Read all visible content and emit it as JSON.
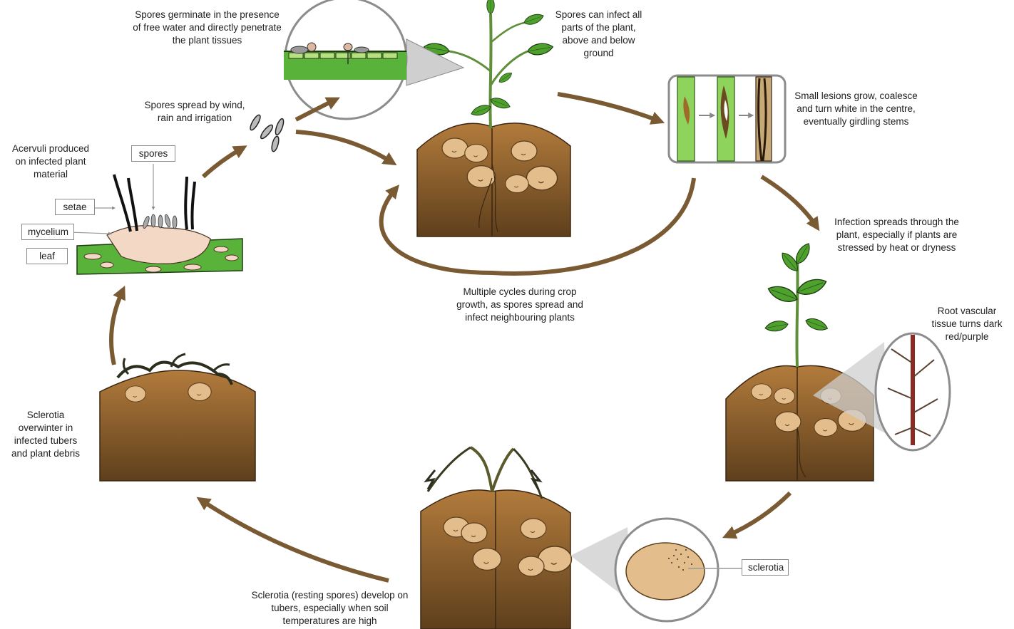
{
  "captions": {
    "germinate": "Spores germinate in the presence of free water and directly penetrate the plant tissues",
    "infect_all": "Spores can infect all parts of the plant, above and below ground",
    "lesions": "Small lesions grow, coalesce and turn white in the centre, eventually girdling stems",
    "spread_wind": "Spores spread by wind, rain and irrigation",
    "acervuli": "Acervuli produced on infected plant material",
    "infection_spreads": "Infection spreads through the plant, especially if plants are stressed by heat or dryness",
    "root_vascular": "Root vascular tissue turns dark red/purple",
    "multiple_cycles": "Multiple cycles during crop growth, as spores spread and infect neighbouring plants",
    "sclerotia_overwinter": "Sclerotia overwinter in infected tubers and plant debris",
    "sclerotia_develop": "Sclerotia (resting spores) develop on tubers, especially when soil temperatures are high"
  },
  "labels": {
    "spores": "spores",
    "setae": "setae",
    "mycelium": "mycelium",
    "leaf": "leaf",
    "sclerotia": "sclerotia"
  },
  "colors": {
    "arrow": "#7a5a33",
    "soil_top": "#b07a3c",
    "soil_bottom": "#6b4a22",
    "leaf": "#4fa12e",
    "stem": "#6aa84f",
    "tuber": "#e3bd8c",
    "root_stain": "#8b2a22"
  }
}
